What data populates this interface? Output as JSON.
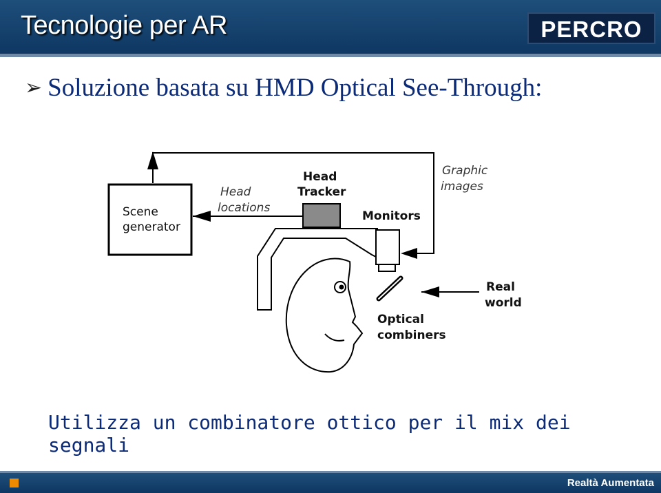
{
  "header": {
    "title": "Tecnologie per AR",
    "logo": "PERCRO"
  },
  "bullet": {
    "icon": "arrow-bullet-icon",
    "text": "Soluzione basata su HMD Optical See-Through:"
  },
  "diagram": {
    "scene_generator": [
      "Scene",
      "generator"
    ],
    "head_tracker": [
      "Head",
      "Tracker"
    ],
    "head_locations": [
      "Head",
      "locations"
    ],
    "graphic_images": [
      "Graphic",
      "images"
    ],
    "monitors": "Monitors",
    "real_world": [
      "Real",
      "world"
    ],
    "optical_combiners": [
      "Optical",
      "combiners"
    ]
  },
  "caption": "Utilizza un combinatore ottico per il mix dei segnali",
  "footer": {
    "label": "Realtà Aumentata"
  },
  "colors": {
    "header_bg": "#0e3762",
    "text_blue": "#0b2a78",
    "accent_orange": "#f08a00"
  }
}
